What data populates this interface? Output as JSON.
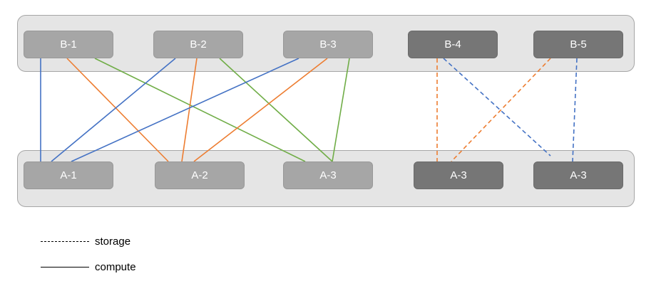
{
  "top_nodes": [
    {
      "id": "B-1",
      "label": "B-1",
      "shade": "light"
    },
    {
      "id": "B-2",
      "label": "B-2",
      "shade": "light"
    },
    {
      "id": "B-3",
      "label": "B-3",
      "shade": "light"
    },
    {
      "id": "B-4",
      "label": "B-4",
      "shade": "dark"
    },
    {
      "id": "B-5",
      "label": "B-5",
      "shade": "dark"
    }
  ],
  "bottom_nodes": [
    {
      "id": "A-1",
      "label": "A-1",
      "shade": "light"
    },
    {
      "id": "A-2",
      "label": "A-2",
      "shade": "light"
    },
    {
      "id": "A-3a",
      "label": "A-3",
      "shade": "light"
    },
    {
      "id": "A-3b",
      "label": "A-3",
      "shade": "dark"
    },
    {
      "id": "A-3c",
      "label": "A-3",
      "shade": "dark"
    }
  ],
  "colors": {
    "blue": "#4472c4",
    "orange": "#ed7d31",
    "green": "#70ad47"
  },
  "links": [
    {
      "from": "B-1",
      "to": "A-1",
      "color": "blue",
      "style": "solid"
    },
    {
      "from": "B-1",
      "to": "A-2",
      "color": "orange",
      "style": "solid"
    },
    {
      "from": "B-1",
      "to": "A-3a",
      "color": "green",
      "style": "solid"
    },
    {
      "from": "B-2",
      "to": "A-1",
      "color": "blue",
      "style": "solid"
    },
    {
      "from": "B-2",
      "to": "A-2",
      "color": "orange",
      "style": "solid"
    },
    {
      "from": "B-2",
      "to": "A-3a",
      "color": "green",
      "style": "solid"
    },
    {
      "from": "B-3",
      "to": "A-1",
      "color": "blue",
      "style": "solid"
    },
    {
      "from": "B-3",
      "to": "A-2",
      "color": "orange",
      "style": "solid"
    },
    {
      "from": "B-3",
      "to": "A-3a",
      "color": "green",
      "style": "solid"
    },
    {
      "from": "B-4",
      "to": "A-3b",
      "color": "orange",
      "style": "dashed"
    },
    {
      "from": "B-4",
      "to": "A-3c",
      "color": "blue",
      "style": "dashed"
    },
    {
      "from": "B-5",
      "to": "A-3b",
      "color": "orange",
      "style": "dashed"
    },
    {
      "from": "B-5",
      "to": "A-3c",
      "color": "blue",
      "style": "dashed"
    }
  ],
  "legend": {
    "storage": "storage",
    "compute": "compute"
  }
}
